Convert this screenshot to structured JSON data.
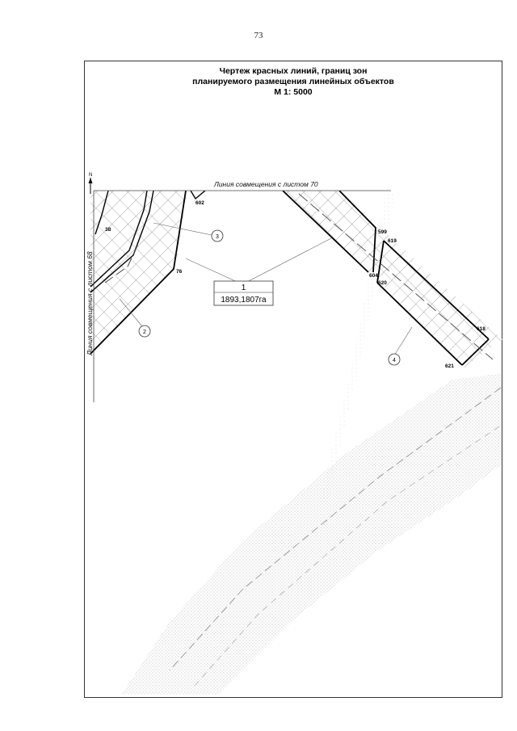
{
  "page_number": "73",
  "title": {
    "line1": "Чертеж красных линий, границ зон",
    "line2": "планируемого размещения линейных объектов",
    "scale": "М 1: 5000"
  },
  "map": {
    "match_line_top": "Линия совмещения с листом 70",
    "match_line_left": "Линия совмещения с листом 68",
    "north_arrow": "N",
    "zone_label": {
      "number": "1",
      "area": "1893,1807га"
    },
    "callouts": [
      "2",
      "3",
      "4"
    ],
    "points": [
      "602",
      "38",
      "76",
      "599",
      "619",
      "604",
      "620",
      "618",
      "621"
    ]
  }
}
